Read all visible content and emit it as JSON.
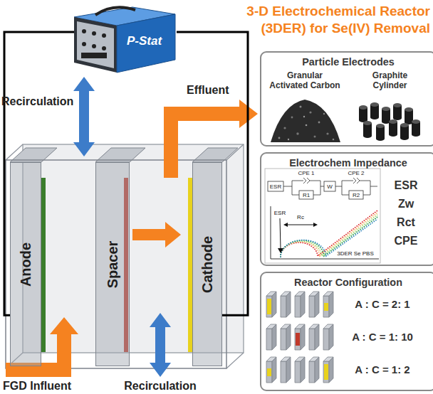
{
  "diagram": {
    "title": "3-D Electrochemical Reactor (3DER) for Se(IV) Removal",
    "nodes": [
      {
        "text": [
          "P-Stat"
        ]
      },
      {
        "text": [
          "Anode"
        ]
      },
      {
        "text": [
          "Spacer"
        ]
      },
      {
        "text": [
          "Cathode"
        ]
      },
      {
        "text": [
          "Particle Electrodes"
        ]
      },
      {
        "text": [
          "Electrochem Impedance"
        ]
      },
      {
        "text": [
          "Reactor Configuration"
        ]
      }
    ],
    "edges": [
      {
        "from": 0,
        "to": 1,
        "arrow": "none"
      },
      {
        "from": 0,
        "to": 3,
        "arrow": "none"
      }
    ],
    "labels": [
      "Recirculation",
      "Effluent",
      "FGD Influent",
      "Recirculation",
      "Granular Activated Carbon",
      "Graphite Cylinder",
      "ESR",
      "CPE 1",
      "R1",
      "W",
      "CPE 2",
      "R2",
      "ESR",
      "Rc",
      "3DER Se PBS",
      "ESR",
      "Zw",
      "Rct",
      "CPE",
      "A : C = 2: 1",
      "A : C = 1: 10",
      "A : C = 1: 2"
    ]
  }
}
